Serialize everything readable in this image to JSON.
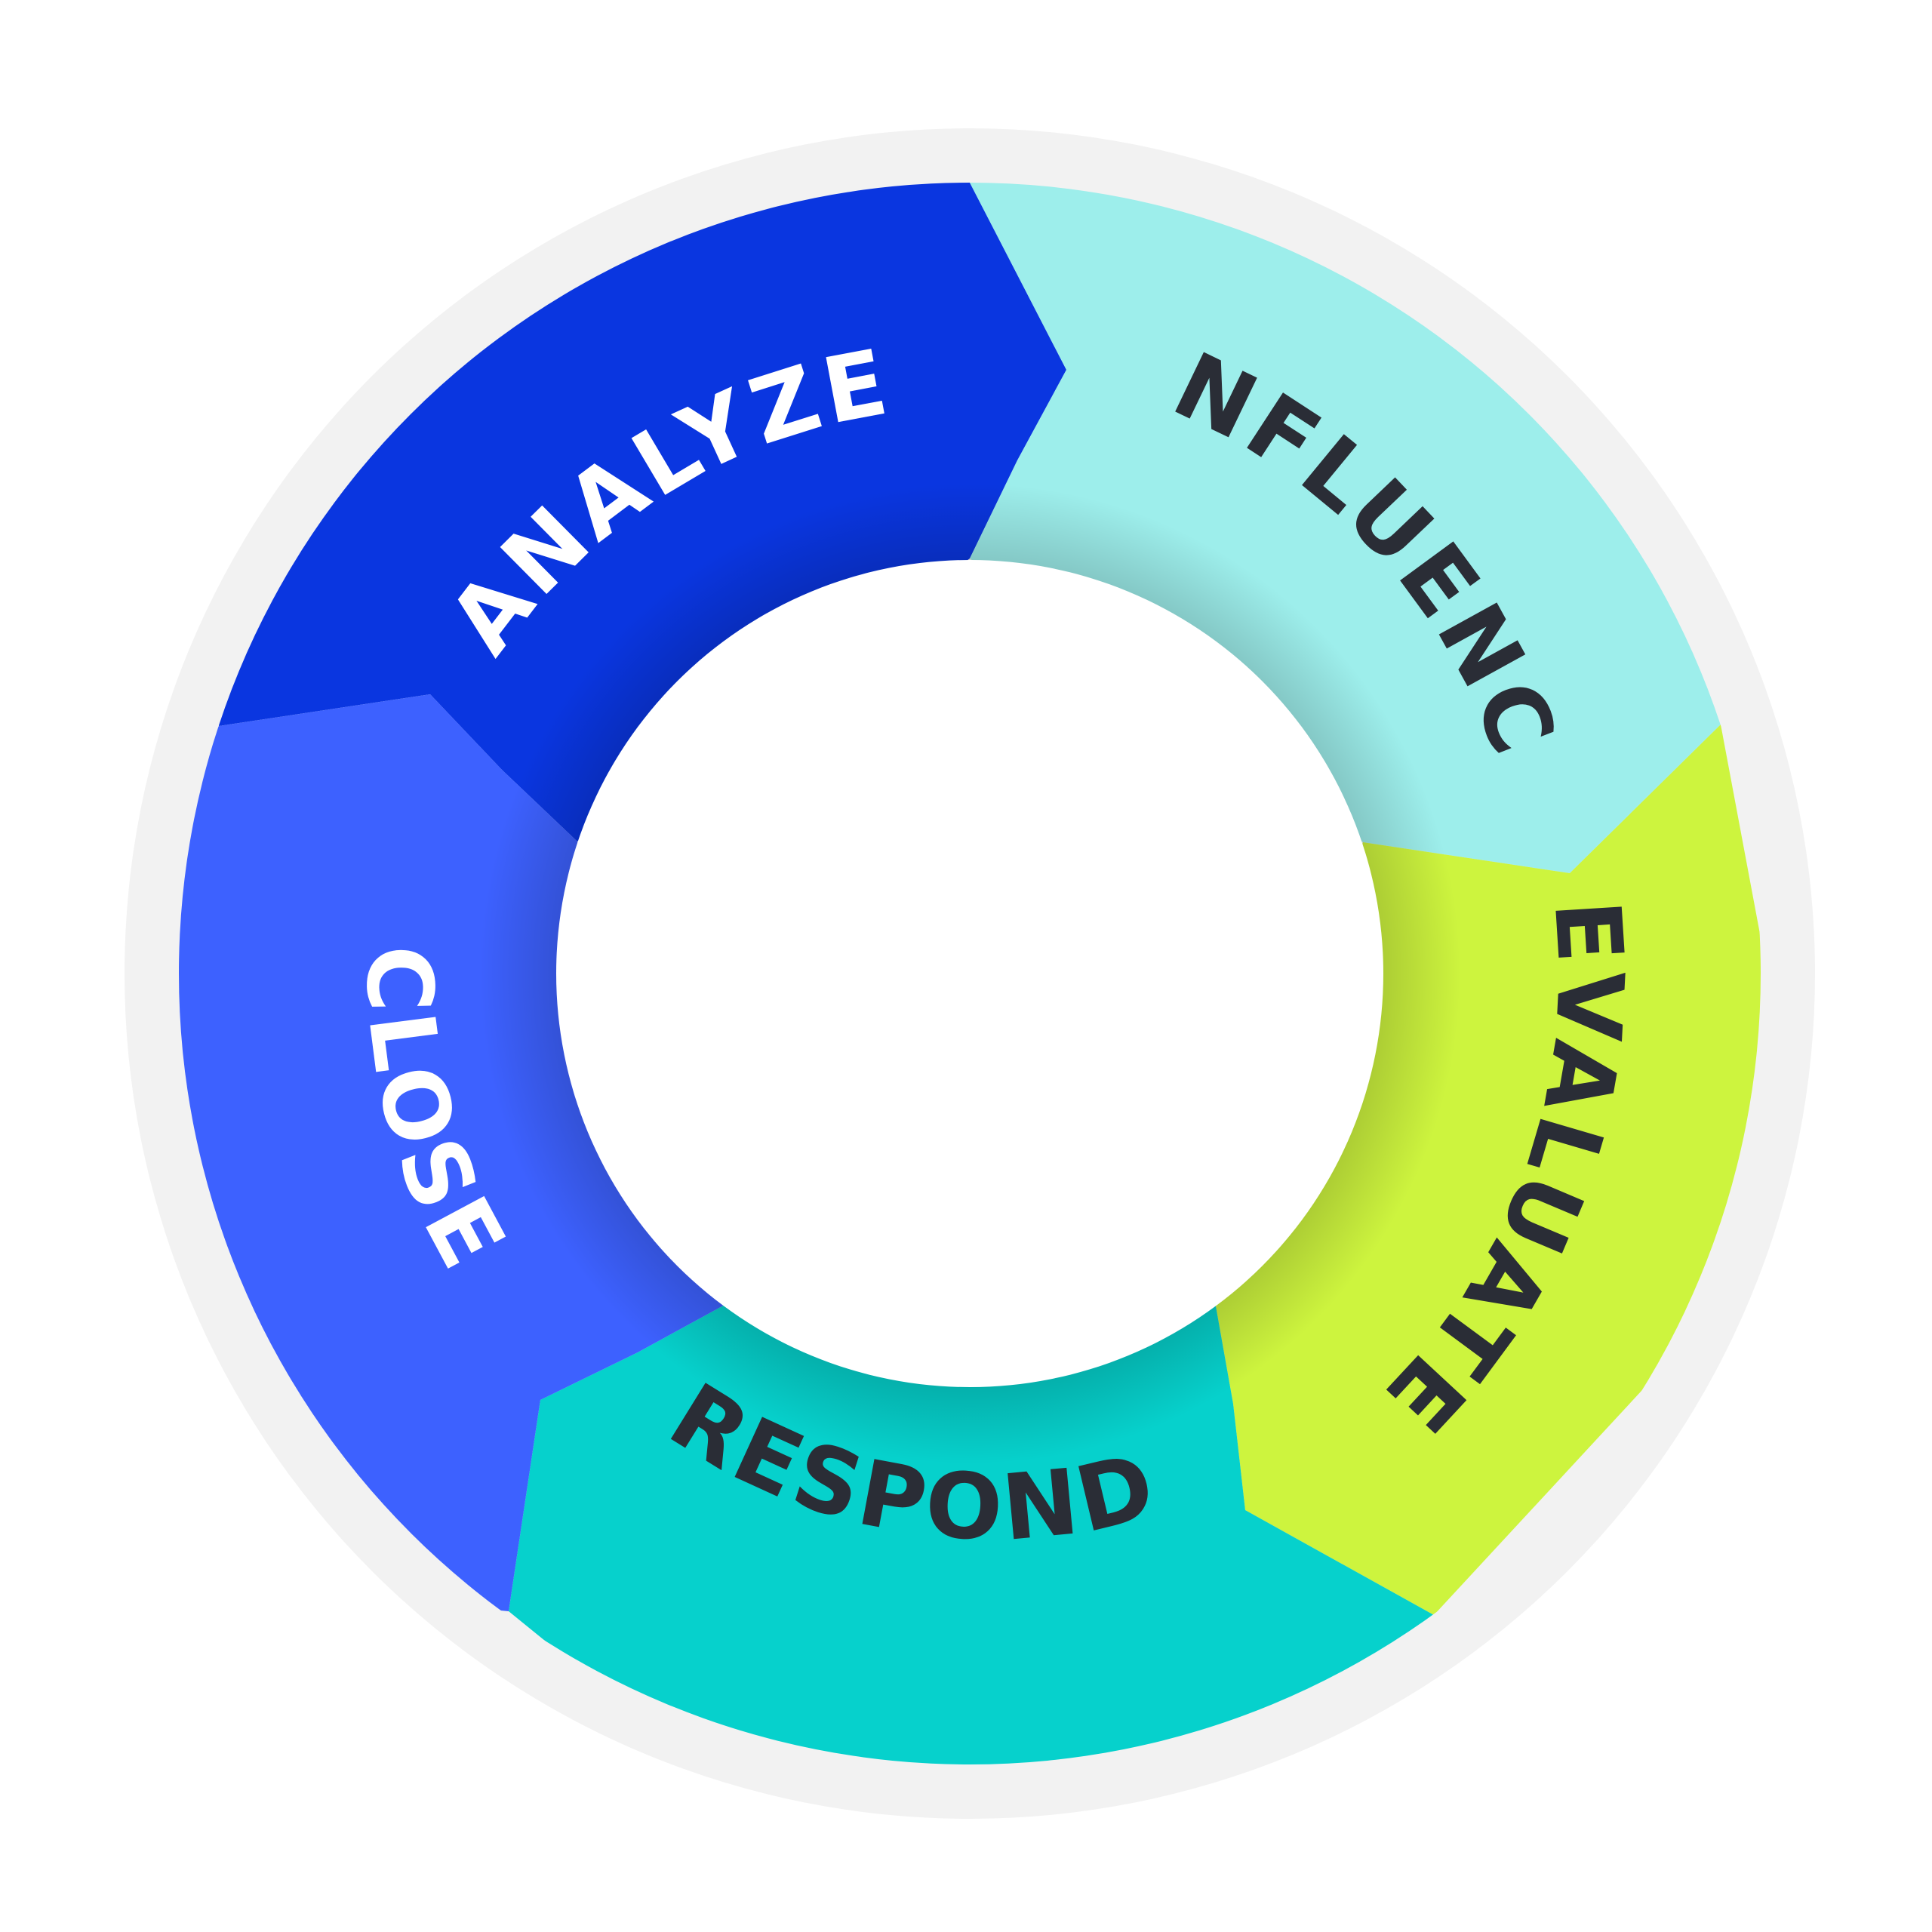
{
  "diagram": {
    "outer_ring_color": "#f2f2f2",
    "center_color": "#ffffff",
    "segments": [
      {
        "id": "analyze",
        "label": "ANALYZE",
        "color": "#0a36e0",
        "text_color": "#ffffff"
      },
      {
        "id": "influence",
        "label": "INFLUENCE",
        "color": "#9deeeb",
        "text_color": "#2a2d36"
      },
      {
        "id": "evaluate",
        "label": "EVALUATE",
        "color": "#cdf43e",
        "text_color": "#2a2d36"
      },
      {
        "id": "respond",
        "label": "RESPOND",
        "color": "#06d1cc",
        "text_color": "#2a2d36"
      },
      {
        "id": "close",
        "label": "CLOSE",
        "color": "#3d61ff",
        "text_color": "#ffffff"
      }
    ]
  }
}
